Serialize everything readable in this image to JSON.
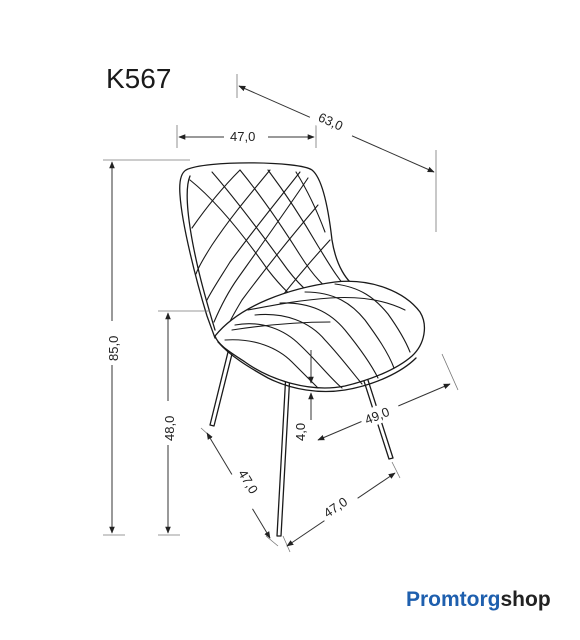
{
  "model": "K567",
  "dimensions": {
    "width_top": "47,0",
    "depth_top": "63,0",
    "total_height": "85,0",
    "seat_height": "48,0",
    "seat_thickness": "4,0",
    "seat_depth": "49,0",
    "base_width": "47,0",
    "base_depth": "47,0"
  },
  "brand": {
    "part1": "Promtorg",
    "part2": "shop",
    "color_primary": "#1e5fae",
    "color_secondary": "#222222"
  }
}
